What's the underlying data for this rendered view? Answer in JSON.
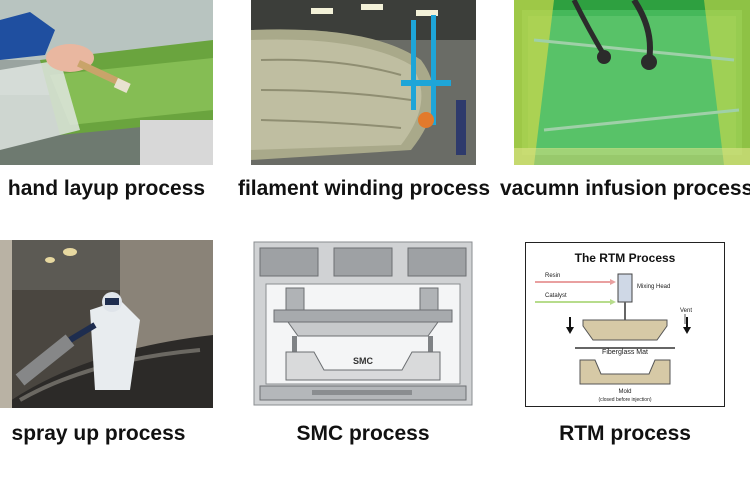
{
  "panels": [
    {
      "caption": "hand layup process",
      "image": "hand-layup-photo"
    },
    {
      "caption": "filament winding  process",
      "image": "filament-winding-photo"
    },
    {
      "caption": "vacumn infusion process",
      "image": "vacuum-infusion-photo"
    },
    {
      "caption": "spray up process",
      "image": "spray-up-photo"
    },
    {
      "caption": "SMC process",
      "image": "smc-diagram"
    },
    {
      "caption": "RTM process",
      "image": "rtm-diagram"
    }
  ],
  "smc_diagram": {
    "label": "SMC"
  },
  "rtm_diagram": {
    "title": "The RTM Process",
    "resin": "Resin",
    "catalyst": "Catalyst",
    "mixing_head": "Mixing Head",
    "vent": "Vent",
    "mat": "Fiberglass Mat",
    "mold": "Mold",
    "mold_note": "(closed before injection)"
  },
  "colors": {
    "green_frp": "#7fb24a",
    "infusion_green": "#39b54a",
    "tape_yellow": "#d9df4a",
    "resin_arrow": "#e9a0a0",
    "catalyst_arrow": "#b7dc8c",
    "mold_tan": "#d6c9a6"
  }
}
